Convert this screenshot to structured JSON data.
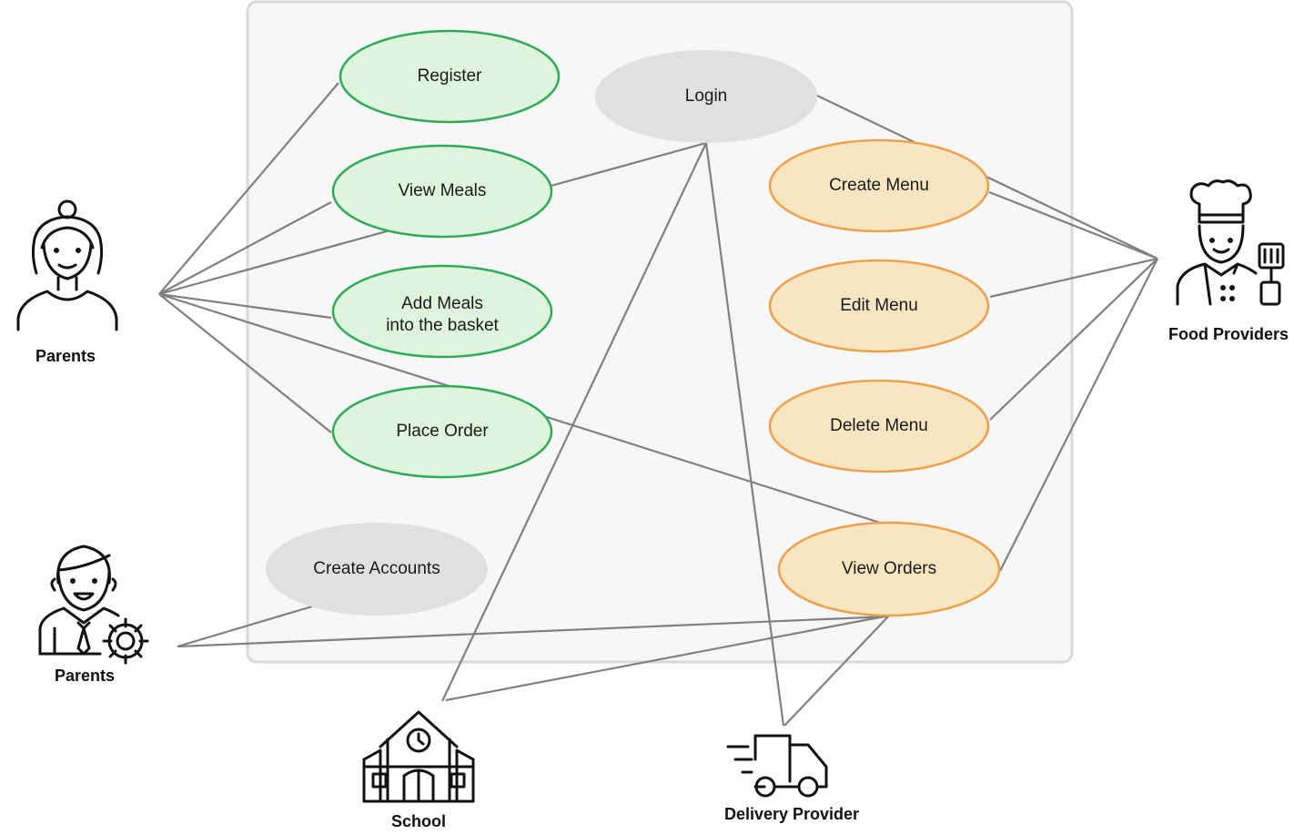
{
  "colors": {
    "boundary_fill": "#f7f7f7",
    "boundary_stroke": "#d9d9d9",
    "green_fill": "#dff4dd",
    "green_stroke": "#2eaa58",
    "orange_fill": "#f7e6c1",
    "orange_stroke": "#f0a04b",
    "gray_fill": "#e0e0e0",
    "line": "#808080"
  },
  "actors": {
    "parents": {
      "label": "Parents",
      "icon": "woman-user-icon"
    },
    "admin": {
      "label": "Parents",
      "icon": "man-gear-icon"
    },
    "food_providers": {
      "label": "Food Providers",
      "icon": "chef-icon"
    },
    "school": {
      "label": "School",
      "icon": "school-building-icon"
    },
    "delivery": {
      "label": "Delivery Provider",
      "icon": "delivery-truck-icon"
    }
  },
  "use_cases": {
    "register": {
      "label": "Register"
    },
    "login": {
      "label": "Login"
    },
    "view_meals": {
      "label": "View Meals"
    },
    "add_meals": {
      "lines": [
        "Add Meals",
        "into the basket"
      ]
    },
    "place_order": {
      "label": "Place Order"
    },
    "create_menu": {
      "label": "Create Menu"
    },
    "edit_menu": {
      "label": "Edit Menu"
    },
    "delete_menu": {
      "label": "Delete Menu"
    },
    "create_accounts": {
      "label": "Create Accounts"
    },
    "view_orders": {
      "label": "View Orders"
    }
  }
}
